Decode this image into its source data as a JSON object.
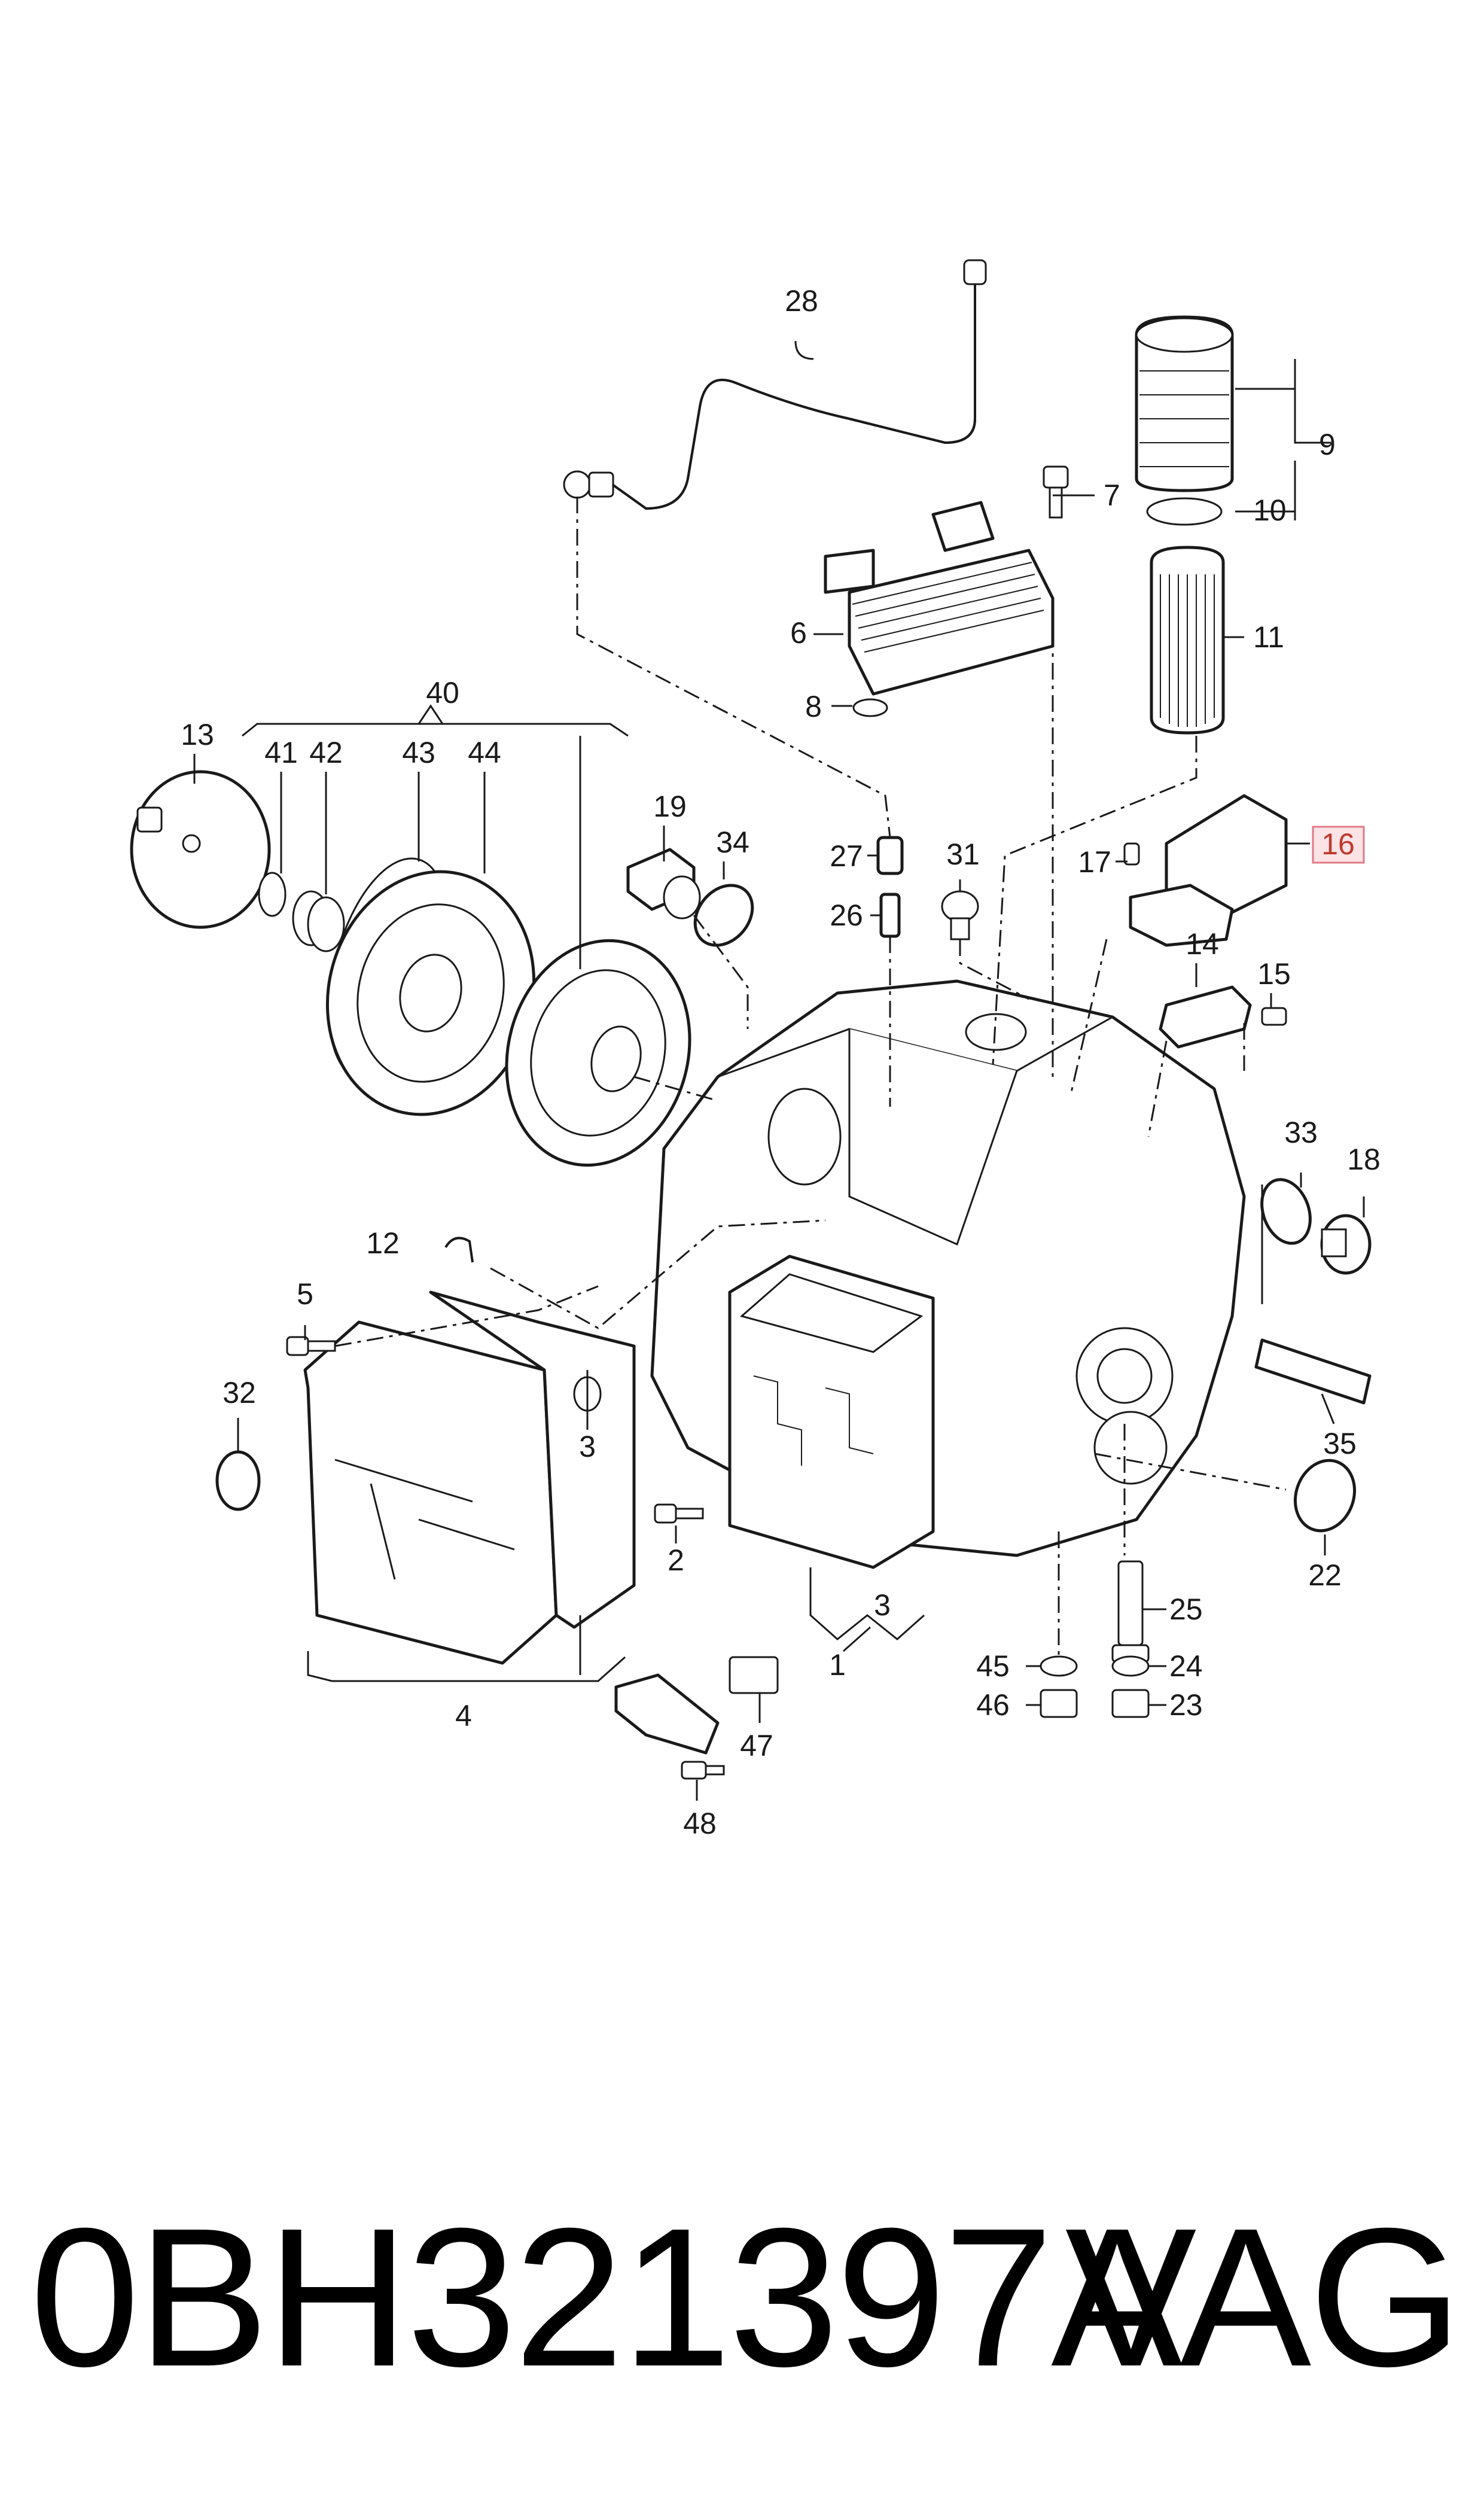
{
  "callouts": {
    "c1": "1",
    "c2": "2",
    "c3a": "3",
    "c3b": "3",
    "c4": "4",
    "c5": "5",
    "c6": "6",
    "c7": "7",
    "c8": "8",
    "c9": "9",
    "c10": "10",
    "c11": "11",
    "c12": "12",
    "c13": "13",
    "c14": "14",
    "c15": "15",
    "c16": "16",
    "c17": "17",
    "c18": "18",
    "c19": "19",
    "c22": "22",
    "c23": "23",
    "c24": "24",
    "c25": "25",
    "c26": "26",
    "c27": "27",
    "c28": "28",
    "c31": "31",
    "c32": "32",
    "c33": "33",
    "c34": "34",
    "c35": "35",
    "c40": "40",
    "c41": "41",
    "c42": "42",
    "c43": "43",
    "c44": "44",
    "c45": "45",
    "c46": "46",
    "c47": "47",
    "c48": "48"
  },
  "highlight": {
    "callout": "16",
    "color": "#e07a86",
    "fill": "#fbe3e6"
  },
  "footer": {
    "part_number": "0BH321397A",
    "brand": "VAG"
  }
}
